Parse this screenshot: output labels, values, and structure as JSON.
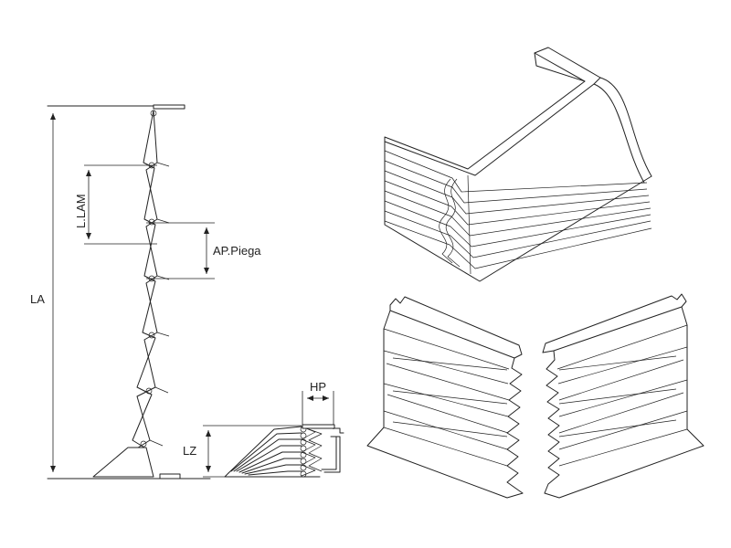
{
  "labels": {
    "la": "LA",
    "l_lam": "L.LAM",
    "ap_piega": "AP.Piega",
    "hp": "HP",
    "lz": "LZ"
  }
}
